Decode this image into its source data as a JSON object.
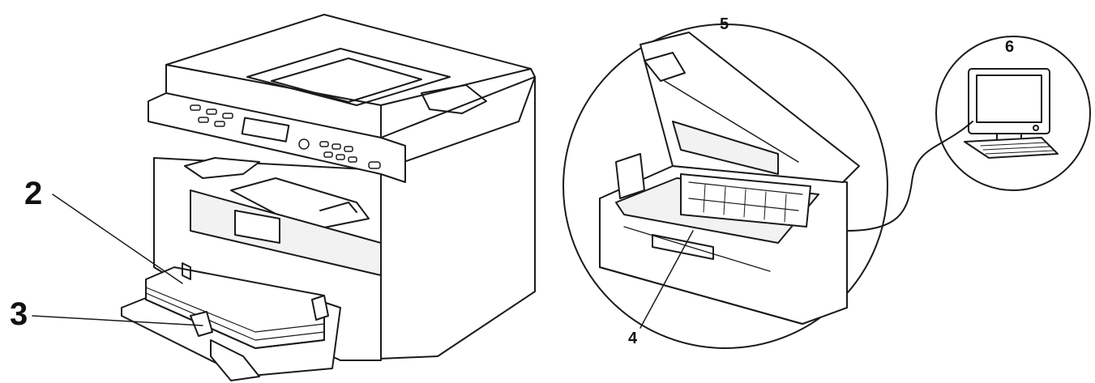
{
  "callouts": {
    "paper_stack": "2",
    "paper_guide": "3",
    "drum_area": "4",
    "opened_machine": "5",
    "computer": "6"
  },
  "colors": {
    "line": "#1a1a1a",
    "fill": "#ffffff",
    "shade": "#f2f2f2",
    "dark": "#333333"
  }
}
